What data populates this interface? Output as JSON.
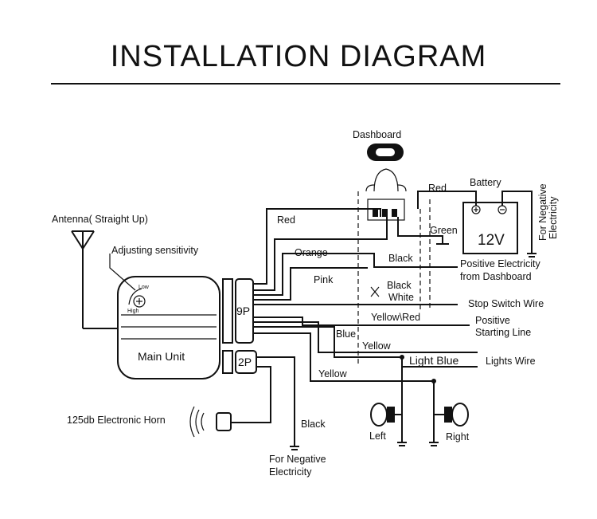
{
  "title": "INSTALLATION DIAGRAM",
  "components": {
    "dashboard": "Dashboard",
    "battery": "Battery",
    "battery_voltage": "12V",
    "main_unit": "Main Unit",
    "connector_9p": "9P",
    "connector_2p": "2P",
    "antenna": "Antenna( Straight Up)",
    "sensitivity": "Adjusting sensitivity",
    "knob_low": "Low",
    "knob_high": "High",
    "horn": "125db Electronic Horn",
    "lamp_left": "Left",
    "lamp_right": "Right"
  },
  "wires": {
    "red_main": "Red",
    "red_dash": "Red",
    "green": "Green",
    "orange": "Orange",
    "black_top": "Black",
    "pink": "Pink",
    "black_mid": "Black",
    "white": "White",
    "yellow_red": "Yellow\\Red",
    "blue": "Blue",
    "yellow_1": "Yellow",
    "light_blue": "Light Blue",
    "yellow_2": "Yellow",
    "black_ground": "Black"
  },
  "notes": {
    "for_negative_top_1": "For Negative",
    "for_negative_top_2": "Electricity",
    "positive_dash_1": "Positive Electricity",
    "positive_dash_2": "from  Dashboard",
    "stop_switch": "Stop Switch Wire",
    "positive_start_1": "Positive",
    "positive_start_2": "Starting Line",
    "lights_wire": "Lights Wire",
    "for_negative_bottom_1": "For Negative",
    "for_negative_bottom_2": "Electricity"
  }
}
